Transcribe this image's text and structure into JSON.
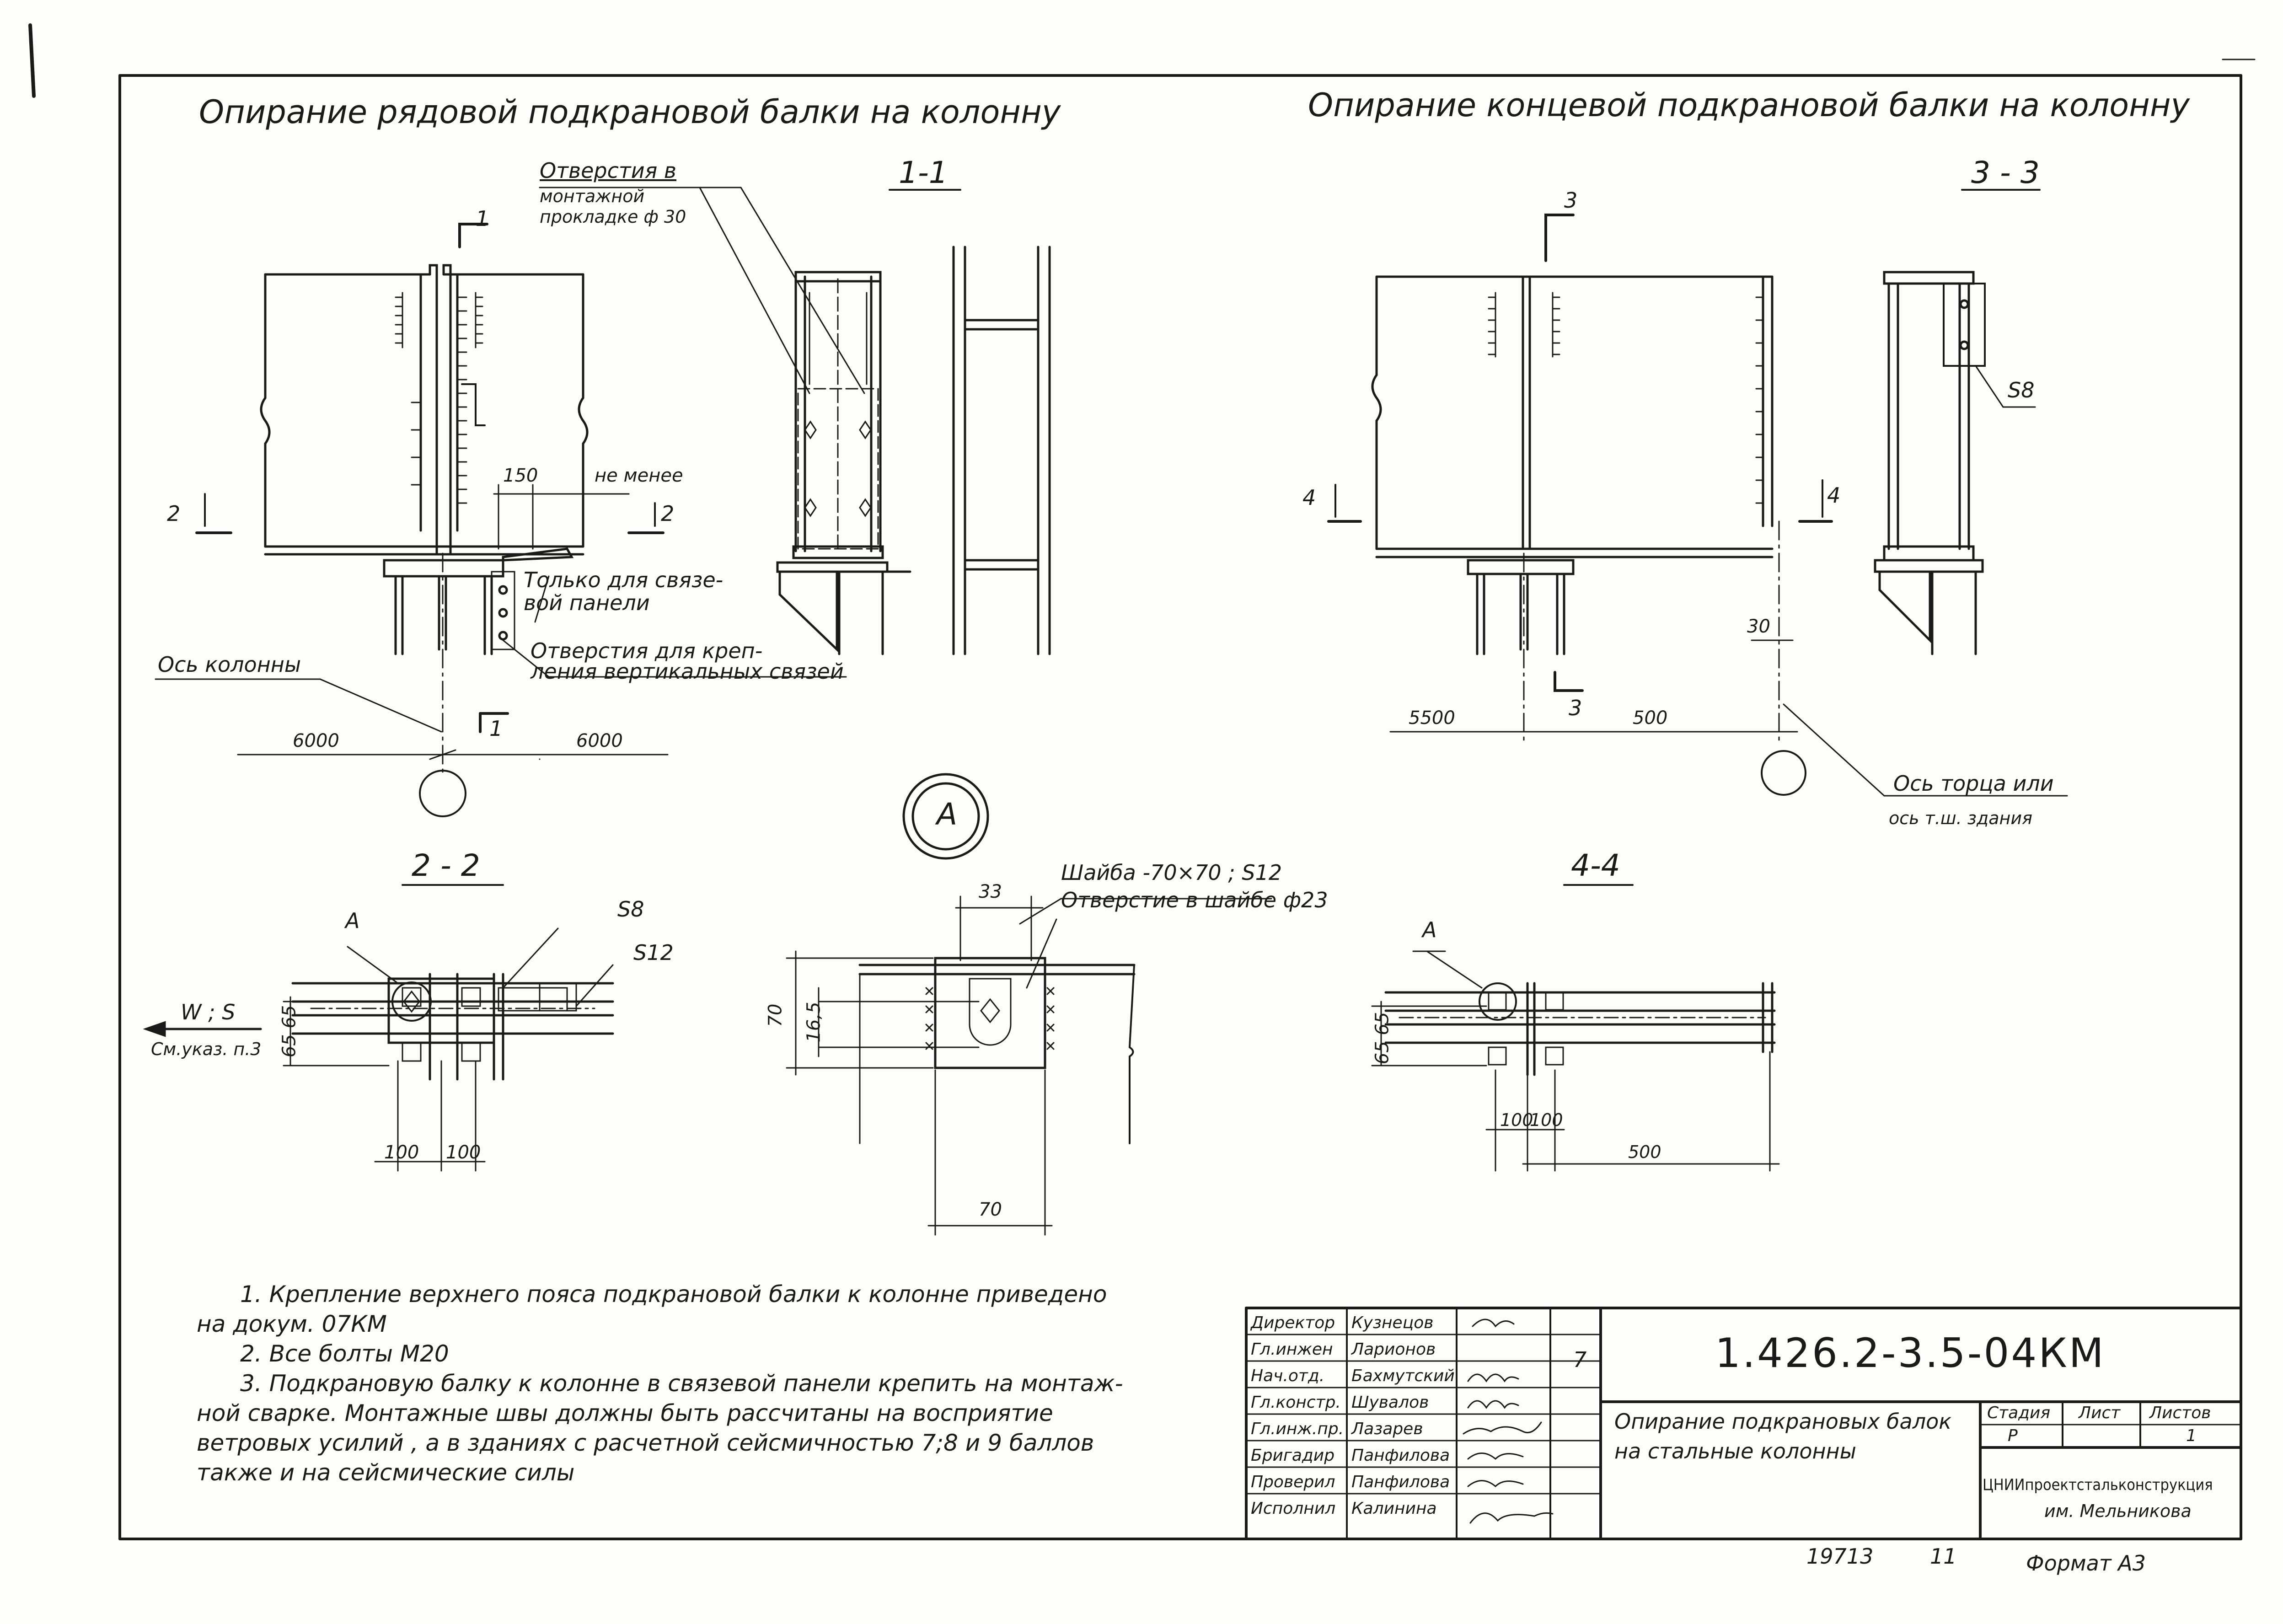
{
  "titles": {
    "left": "Опирание  рядовой  подкрановой  балки  на  колонну",
    "right": "Опирание  концевой подкрановой балки на колонну"
  },
  "sections": {
    "s11": "1-1",
    "s22": "2 - 2",
    "s33": "3 - 3",
    "s44": "4-4",
    "cut1_top": "1",
    "cut1_bot": "1",
    "cut2_left": "2",
    "cut2_right": "2",
    "cut3_top": "3",
    "cut3_bot": "3",
    "cut4_left": "4",
    "cut4_right": "4"
  },
  "callouts": {
    "holes_pad": "Отверстия в",
    "holes_pad_2": "монтажной",
    "holes_pad_3": "прокладке ф 30",
    "not_less": "не менее",
    "only_bracing": "Только для связе-",
    "only_bracing_2": "вой панели",
    "holes_bracing": "Отверстия для креп-",
    "holes_bracing_2": "ления вертикальных связей",
    "column_axis": "Ось колонны",
    "end_axis": "Ось торца или",
    "end_axis_2": "ось т.ш. здания",
    "s8_a": "S8",
    "s8_b": "S8",
    "s12": "S12",
    "washer": "Шайба -70×70 ; S12",
    "washer_hole": "Отверстие в шайбе ф23",
    "w_s": "W ; S",
    "see_note": "См.указ. п.3",
    "mark_a1": "А",
    "mark_a2": "А",
    "node_a": "А"
  },
  "dimensions": {
    "d6000_l": "6000",
    "d6000_r": "6000",
    "d150": "150",
    "d5500": "5500",
    "d500_a": "500",
    "d30": "30",
    "d33": "33",
    "d70_v": "70",
    "d16_5": "16,5",
    "d70_h": "70",
    "d6565_a": "65 65",
    "d6565_b": "65 65",
    "d100_a": "100",
    "d100_b": "100",
    "d100_c": "100",
    "d100_d": "100",
    "d500_b": "500"
  },
  "notes": [
    "1.  Крепление верхнего пояса подкрановой  балки к колонне приведено",
    "на докум. 07КМ",
    "2.  Все болты М20",
    "3.  Подкрановую балку к колонне в связевой панели крепить на монтаж-",
    "ной сварке. Монтажные швы должны быть рассчитаны на восприятие",
    "ветровых  усилий , а в зданиях с расчетной сейсмичностью 7;8 и 9 баллов",
    "также и на сейсмические силы"
  ],
  "title_block": {
    "roles": [
      "Директор",
      "Гл.инжен",
      "Нач.отд.",
      "Гл.констр.",
      "Гл.инж.пр.",
      "Бригадир",
      "Проверил",
      "Исполнил"
    ],
    "names": [
      "Кузнецов",
      "Ларионов",
      "Бахмутский",
      "Шувалов",
      "Лазарев",
      "Панфилова",
      "Панфилова",
      "Калинина"
    ],
    "sheet_count_mark": "7",
    "doc_code": "1.426.2-3.5-04КМ",
    "title_line1": "Опирание подкрановых балок",
    "title_line2": "на стальные колонны",
    "stage_label": "Стадия",
    "sheet_label": "Лист",
    "sheets_label": "Листов",
    "stage_value": "Р",
    "sheet_value": "",
    "sheets_value": "1",
    "org_line1": "ЦНИИпроектстальконструкция",
    "org_line2": "им. Мельникова"
  },
  "footer": {
    "inventory_no": "19713",
    "copy_no": "11",
    "format": "Формат А3"
  }
}
